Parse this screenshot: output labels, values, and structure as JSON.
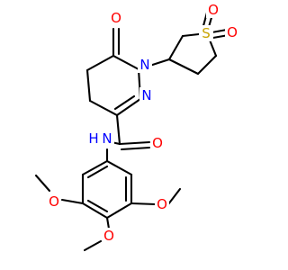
{
  "molecule": {
    "atoms": {
      "O_ketone": {
        "symbol": "O",
        "color": "#ff0000"
      },
      "N1": {
        "symbol": "N",
        "color": "#0000ff"
      },
      "N2": {
        "symbol": "N",
        "color": "#0000ff"
      },
      "S": {
        "symbol": "S",
        "color": "#c8a300"
      },
      "O_s1": {
        "symbol": "O",
        "color": "#ff0000"
      },
      "O_s2": {
        "symbol": "O",
        "color": "#ff0000"
      },
      "O_amide": {
        "symbol": "O",
        "color": "#ff0000"
      },
      "NH": {
        "symbol": "N",
        "color": "#0000ff"
      },
      "H_amide": {
        "symbol": "H",
        "color": "#0000ff"
      },
      "O_m1": {
        "symbol": "O",
        "color": "#ff0000"
      },
      "O_m2": {
        "symbol": "O",
        "color": "#ff0000"
      },
      "O_m3": {
        "symbol": "O",
        "color": "#ff0000"
      }
    },
    "bond_color": "#000000"
  }
}
